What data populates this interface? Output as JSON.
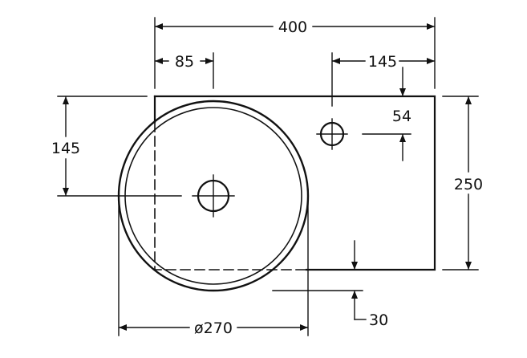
{
  "drawing": {
    "dimensions": {
      "overall_width": "400",
      "offset_left": "85",
      "tap_hole_offset": "145",
      "tap_hole_from_top": "54",
      "drain_height": "145",
      "overall_depth": "250",
      "overflow_offset": "30",
      "bowl_diameter": "ø270"
    }
  }
}
